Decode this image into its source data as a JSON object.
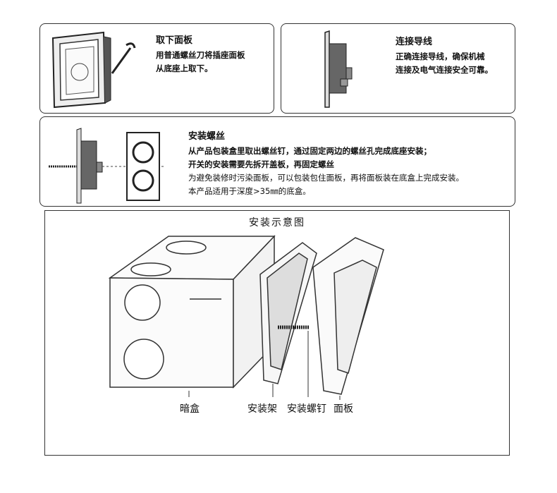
{
  "steps": [
    {
      "title": "取下面板",
      "lines": [
        "用普通螺丝刀将插座面板",
        "从底座上取下。"
      ]
    },
    {
      "title": "连接导线",
      "lines": [
        "正确连接导线，确保机械",
        "连接及电气连接安全可靠。"
      ]
    },
    {
      "title": "安装螺丝",
      "lines": [
        "从产品包装盒里取出螺丝钉，通过固定两边的螺丝孔完成底座安装；",
        "开关的安装需要先拆开盖板，再固定螺丝",
        "为避免装修时污染面板，可以包装包住面板，再将面板装在底盒上完成安装。",
        "本产品适用于深度>35㎜的底盒。"
      ]
    }
  ],
  "diagram": {
    "title": "安装示意图",
    "labels": {
      "box": "暗盒",
      "bracket": "安装架",
      "screw": "安装螺钉",
      "panel": "面板"
    }
  }
}
